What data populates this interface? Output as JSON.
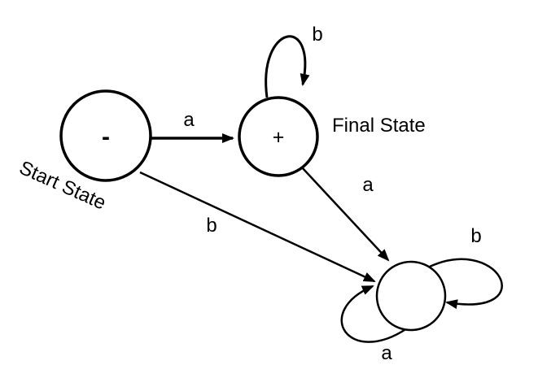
{
  "diagram": {
    "states": {
      "start": {
        "symbol": "-",
        "caption": "Start State"
      },
      "final": {
        "symbol": "+",
        "caption": "Final State"
      },
      "trap": {
        "symbol": ""
      }
    },
    "edges": {
      "start_to_final": "a",
      "final_self_loop_top": "b",
      "start_to_trap": "b",
      "final_to_trap": "a",
      "trap_self_loop_right": "b",
      "trap_self_loop_bottom": "a"
    },
    "colors": {
      "stroke": "#000000",
      "background": "#ffffff"
    }
  }
}
